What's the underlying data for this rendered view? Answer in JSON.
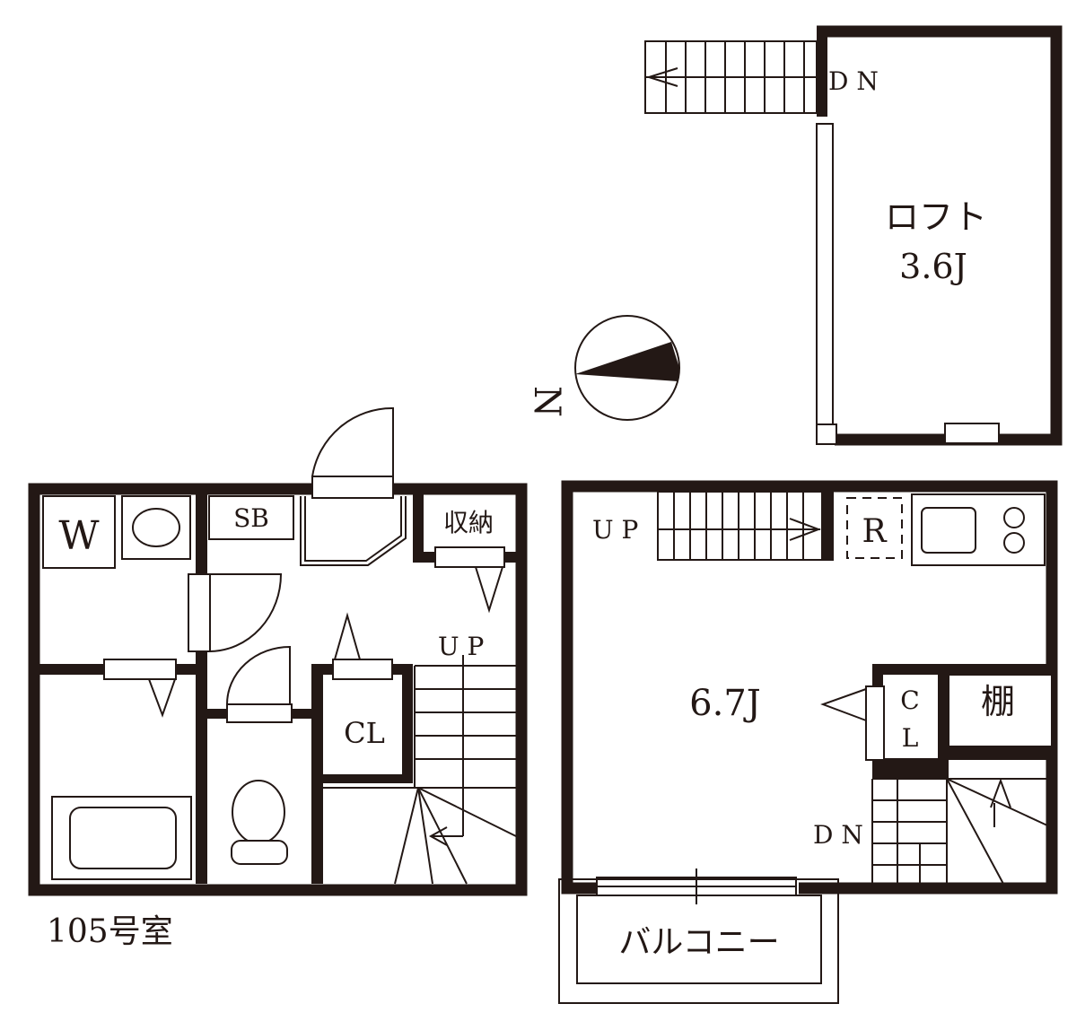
{
  "unit": {
    "label": "105号室"
  },
  "loft": {
    "name": "ロフト",
    "size": "3.6J",
    "stair_label": "D N"
  },
  "main_room": {
    "size": "6.7J",
    "up_label": "U P",
    "dn_label": "D N"
  },
  "entry": {
    "up_label": "U P"
  },
  "rooms": {
    "washer": "W",
    "shoe_box": "SB",
    "storage": "収納",
    "closet_lower": "CL",
    "closet_upper_c": "C",
    "closet_upper_l": "L",
    "shelf": "棚",
    "fridge": "R",
    "balcony": "バルコニー"
  },
  "compass": {
    "north": "N"
  },
  "colors": {
    "wall": "#231815",
    "background": "#ffffff"
  }
}
